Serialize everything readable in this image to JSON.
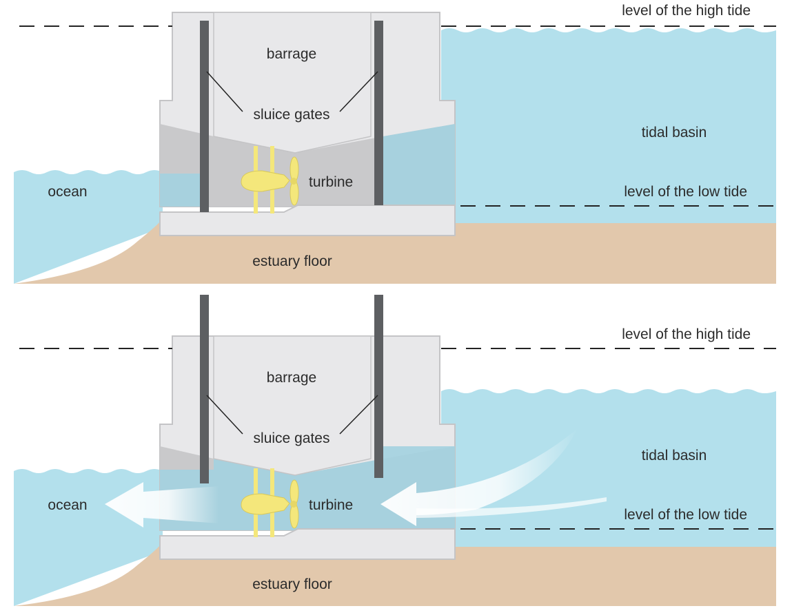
{
  "colors": {
    "water": "#b3e0ec",
    "water_dark": "#a3d2e0",
    "floor": "#e2c8ac",
    "barrage": "#e8e8ea",
    "barrage_shadow": "#c9c9cb",
    "gate": "#5d5f62",
    "turbine": "#f4e77b"
  },
  "panels": [
    {
      "id": "top",
      "labels": {
        "high_tide": "level of the high tide",
        "low_tide": "level of the low tide",
        "barrage": "barrage",
        "sluice_gates": "sluice gates",
        "turbine": "turbine",
        "ocean": "ocean",
        "tidal_basin": "tidal basin",
        "estuary_floor": "estuary floor"
      }
    },
    {
      "id": "bottom",
      "labels": {
        "high_tide": "level of the high tide",
        "low_tide": "level of the low tide",
        "barrage": "barrage",
        "sluice_gates": "sluice gates",
        "turbine": "turbine",
        "ocean": "ocean",
        "tidal_basin": "tidal basin",
        "estuary_floor": "estuary floor"
      }
    }
  ]
}
